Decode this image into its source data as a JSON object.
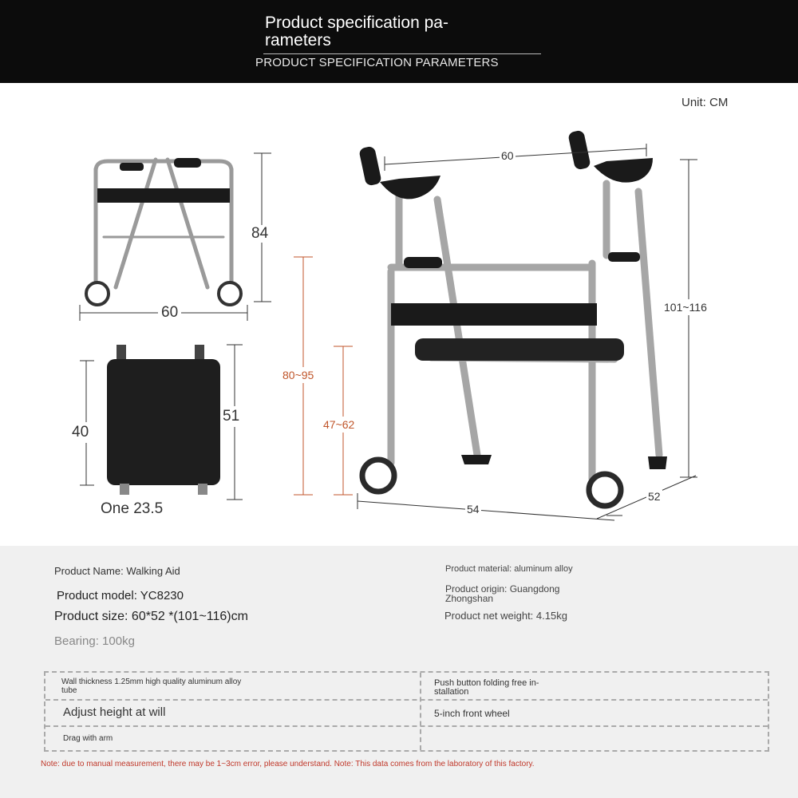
{
  "header": {
    "title": "Product specification pa-\nrameters",
    "subtitle": "PRODUCT SPECIFICATION PARAMETERS"
  },
  "unit_label": "Unit: CM",
  "dimensions": {
    "folded_height": "84",
    "folded_width": "60",
    "seat_height": "40",
    "seat_leg_height": "51",
    "seat_caption": "One 23.5",
    "overall_width": "60",
    "overall_height": "101~116",
    "arm_height": "80~95",
    "seat_height_range": "47~62",
    "base_width": "54",
    "base_depth": "52"
  },
  "specs": {
    "name": "Product Name: Walking Aid",
    "model": "Product model: YC8230",
    "size": "Product size: 60*52 *(101~116)cm",
    "bearing": "Bearing: 100kg",
    "material": "Product material: aluminum alloy",
    "origin": "Product origin: Guangdong\nZhongshan",
    "weight": "Product net weight: 4.15kg"
  },
  "features": {
    "r1c1": "Wall thickness 1.25mm high quality aluminum alloy\ntube",
    "r1c2": "Push button folding free in-\nstallation",
    "r2c1": "Adjust height at will",
    "r2c2": "5-inch front wheel",
    "r3c1": "Drag with arm",
    "r3c2": ""
  },
  "note": "Note: due to manual measurement, there may be 1~3cm error, please understand. Note: This data comes from the laboratory of this factory.",
  "colors": {
    "header_bg": "#0c0c0c",
    "accent_red": "#c0562b",
    "spec_bg": "#f0f0f0"
  }
}
